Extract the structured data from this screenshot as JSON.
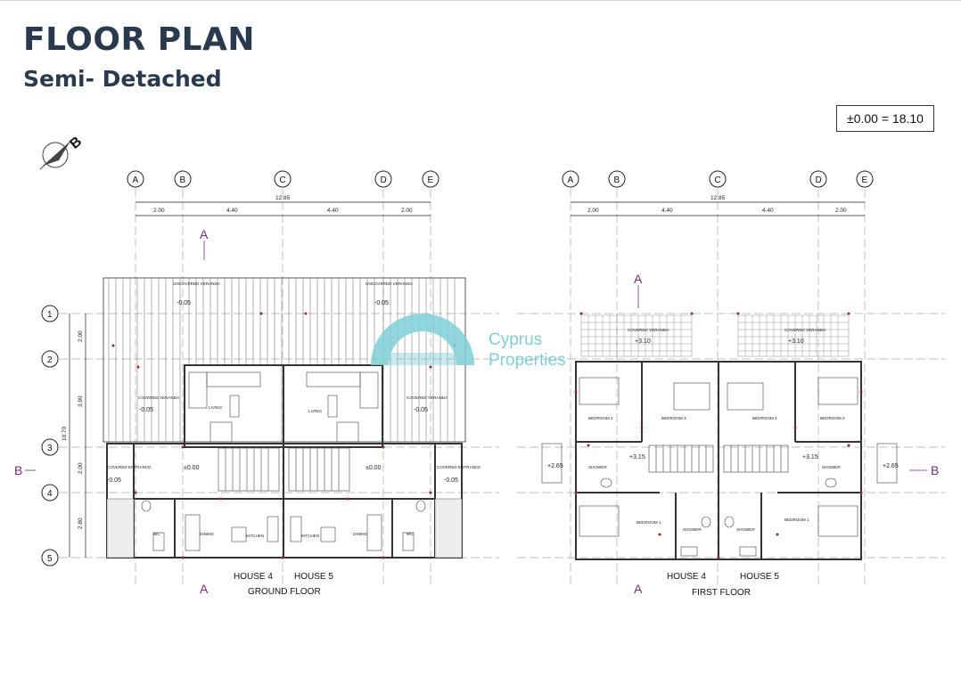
{
  "header": {
    "title": "FLOOR PLAN",
    "subtitle": "Semi- Detached"
  },
  "datum": "±0.00 = 18.10",
  "north_label": "B",
  "grid": {
    "columns": [
      "A",
      "B",
      "C",
      "D",
      "E"
    ],
    "rows": [
      "1",
      "2",
      "3",
      "4",
      "5"
    ]
  },
  "dimensions": {
    "total": "12.85",
    "spans": [
      "2.00",
      "4.40",
      "4.40",
      "2.00"
    ],
    "overall_height": "10.70",
    "row_spans": [
      "2.00",
      "3.90",
      "2.00",
      "2.80"
    ]
  },
  "section_marks": {
    "a": "A",
    "b": "B"
  },
  "ground_floor": {
    "caption": "GROUND FLOOR",
    "house_left": "HOUSE 4",
    "house_right": "HOUSE 5",
    "rooms": {
      "uncovered_veranda": "UNCOVERED VERANDA",
      "covered_veranda": "COVERED VERANDA",
      "covered_entrance": "COVERED ENTRANCE",
      "living": "LIVING",
      "dining": "DINING",
      "kitchen": "KITCHEN",
      "wc": "WC"
    },
    "levels": {
      "veranda_upper": "-0.05",
      "veranda_side": "-0.05",
      "entrance": "-0.05",
      "floor": "±0.00"
    }
  },
  "first_floor": {
    "caption": "FIRST FLOOR",
    "house_left": "HOUSE 4",
    "house_right": "HOUSE 5",
    "rooms": {
      "covered_veranda": "COVERED VERANDA",
      "bedroom_2": "BEDROOM 2",
      "bedroom_3": "BEDROOM 3",
      "bedroom_1": "BEDROOM 1",
      "shower": "SHOWER"
    },
    "levels": {
      "veranda": "+3.10",
      "landing": "+3.15",
      "side": "+2.65"
    }
  },
  "watermark": {
    "line1": "Cyprus",
    "line2": "Properties"
  },
  "colors": {
    "title": "#2a3a4e",
    "section": "#7a2a7a",
    "watermark": "#7fcfd8",
    "wall": "#333333",
    "point": "#9a2a2a"
  }
}
